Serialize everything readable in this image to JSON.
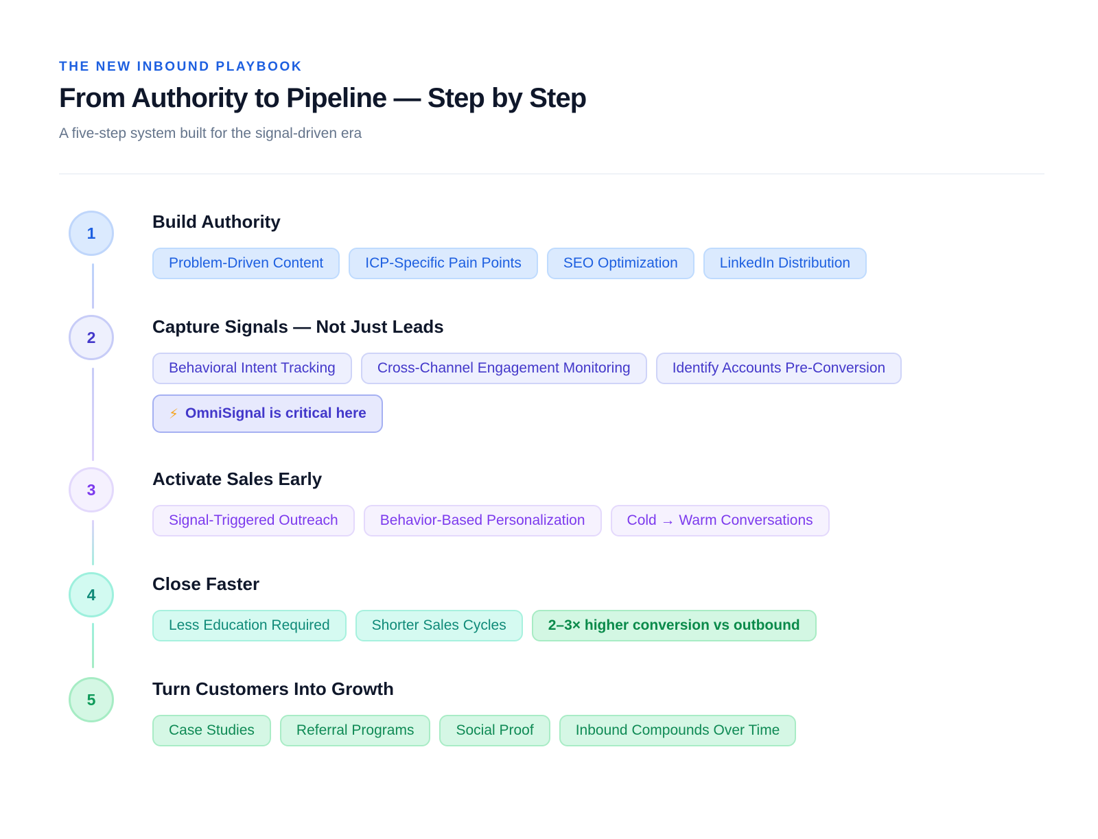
{
  "header": {
    "eyebrow": "THE NEW INBOUND PLAYBOOK",
    "title": "From Authority to Pipeline — Step by Step",
    "subtitle": "A five-step system built for the signal-driven era"
  },
  "colors": {
    "eyebrow": "#1d5fe0",
    "step1": "#1d5fe0",
    "step2": "#4338ca",
    "step3": "#7c3aed",
    "step4": "#0f8a78",
    "step5": "#0f9a5a",
    "bolt": "#f5a524"
  },
  "steps": [
    {
      "number": "1",
      "title": "Build Authority",
      "tags": [
        "Problem-Driven Content",
        "ICP-Specific Pain Points",
        "SEO Optimization",
        "LinkedIn Distribution"
      ]
    },
    {
      "number": "2",
      "title": "Capture Signals — Not Just Leads",
      "tags": [
        "Behavioral Intent Tracking",
        "Cross-Channel Engagement Monitoring",
        "Identify Accounts Pre-Conversion"
      ],
      "callout": {
        "icon": "⚡",
        "text": "OmniSignal is critical here"
      }
    },
    {
      "number": "3",
      "title": "Activate Sales Early",
      "tags": [
        "Signal-Triggered Outreach",
        "Behavior-Based Personalization",
        "Cold → Warm Conversations"
      ]
    },
    {
      "number": "4",
      "title": "Close Faster",
      "tags": [
        "Less Education Required",
        "Shorter Sales Cycles",
        "2–3× higher conversion vs outbound"
      ]
    },
    {
      "number": "5",
      "title": "Turn Customers Into Growth",
      "tags": [
        "Case Studies",
        "Referral Programs",
        "Social Proof",
        "Inbound Compounds Over Time"
      ]
    }
  ]
}
